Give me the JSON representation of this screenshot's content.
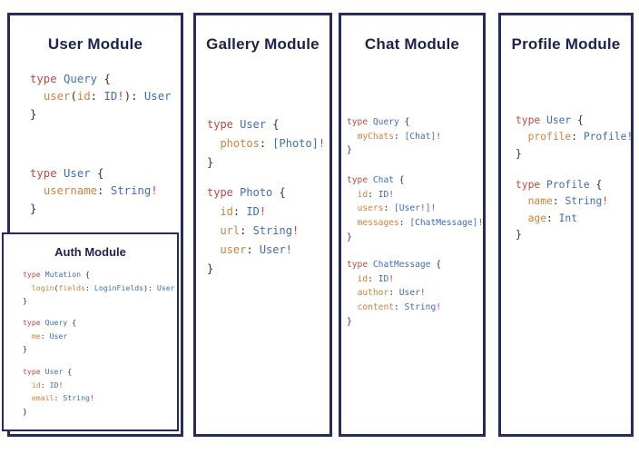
{
  "colors": {
    "panel_border": "#262b5e",
    "title_text": "#1d2150",
    "keyword_red": "#bc4a45",
    "type_blue": "#3e6eb5",
    "field_orange": "#d2823b",
    "punctuation_dark": "#333333",
    "bang_red": "#c2453f",
    "background": "#ffffff"
  },
  "modules": {
    "user": {
      "title": "User Module",
      "blocks": [
        [
          [
            [
              "k",
              "type"
            ],
            [
              "p",
              " "
            ],
            [
              "t",
              "Query"
            ],
            [
              "p",
              " {"
            ]
          ],
          [
            [
              "p",
              "  "
            ],
            [
              "f",
              "user"
            ],
            [
              "p",
              "("
            ],
            [
              "f",
              "id"
            ],
            [
              "p",
              ": "
            ],
            [
              "t",
              "ID"
            ],
            [
              "b",
              "!"
            ],
            [
              "p",
              "): "
            ],
            [
              "t",
              "User"
            ]
          ],
          [
            [
              "p",
              "}"
            ]
          ]
        ],
        [
          [
            [
              "k",
              "type"
            ],
            [
              "p",
              " "
            ],
            [
              "t",
              "User"
            ],
            [
              "p",
              " {"
            ]
          ],
          [
            [
              "p",
              "  "
            ],
            [
              "f",
              "username"
            ],
            [
              "p",
              ": "
            ],
            [
              "t",
              "String"
            ],
            [
              "b",
              "!"
            ]
          ],
          [
            [
              "p",
              "}"
            ]
          ]
        ]
      ]
    },
    "auth": {
      "title": "Auth Module",
      "blocks": [
        [
          [
            [
              "k",
              "type"
            ],
            [
              "p",
              " "
            ],
            [
              "t",
              "Mutation"
            ],
            [
              "p",
              " {"
            ]
          ],
          [
            [
              "p",
              "  "
            ],
            [
              "f",
              "login"
            ],
            [
              "p",
              "("
            ],
            [
              "f",
              "fields"
            ],
            [
              "p",
              ": "
            ],
            [
              "t",
              "LoginFields"
            ],
            [
              "p",
              "): "
            ],
            [
              "t",
              "User"
            ]
          ],
          [
            [
              "p",
              "}"
            ]
          ]
        ],
        [
          [
            [
              "k",
              "type"
            ],
            [
              "p",
              " "
            ],
            [
              "t",
              "Query"
            ],
            [
              "p",
              " {"
            ]
          ],
          [
            [
              "p",
              "  "
            ],
            [
              "f",
              "me"
            ],
            [
              "p",
              ": "
            ],
            [
              "t",
              "User"
            ]
          ],
          [
            [
              "p",
              "}"
            ]
          ]
        ],
        [
          [
            [
              "k",
              "type"
            ],
            [
              "p",
              " "
            ],
            [
              "t",
              "User"
            ],
            [
              "p",
              " {"
            ]
          ],
          [
            [
              "p",
              "  "
            ],
            [
              "f",
              "id"
            ],
            [
              "p",
              ": "
            ],
            [
              "t",
              "ID"
            ],
            [
              "b",
              "!"
            ]
          ],
          [
            [
              "p",
              "  "
            ],
            [
              "f",
              "email"
            ],
            [
              "p",
              ": "
            ],
            [
              "t",
              "String"
            ],
            [
              "b",
              "!"
            ]
          ],
          [
            [
              "p",
              "}"
            ]
          ]
        ]
      ]
    },
    "gallery": {
      "title": "Gallery Module",
      "blocks": [
        [
          [
            [
              "k",
              "type"
            ],
            [
              "p",
              " "
            ],
            [
              "t",
              "User"
            ],
            [
              "p",
              " {"
            ]
          ],
          [
            [
              "p",
              "  "
            ],
            [
              "f",
              "photos"
            ],
            [
              "p",
              ": "
            ],
            [
              "t",
              "[Photo]"
            ],
            [
              "b",
              "!"
            ]
          ],
          [
            [
              "p",
              "}"
            ]
          ]
        ],
        [
          [
            [
              "k",
              "type"
            ],
            [
              "p",
              " "
            ],
            [
              "t",
              "Photo"
            ],
            [
              "p",
              " {"
            ]
          ],
          [
            [
              "p",
              "  "
            ],
            [
              "f",
              "id"
            ],
            [
              "p",
              ": "
            ],
            [
              "t",
              "ID"
            ],
            [
              "b",
              "!"
            ]
          ],
          [
            [
              "p",
              "  "
            ],
            [
              "f",
              "url"
            ],
            [
              "p",
              ": "
            ],
            [
              "t",
              "String"
            ],
            [
              "b",
              "!"
            ]
          ],
          [
            [
              "p",
              "  "
            ],
            [
              "f",
              "user"
            ],
            [
              "p",
              ": "
            ],
            [
              "t",
              "User"
            ],
            [
              "b",
              "!"
            ]
          ],
          [
            [
              "p",
              "}"
            ]
          ]
        ]
      ]
    },
    "chat": {
      "title": "Chat Module",
      "blocks": [
        [
          [
            [
              "k",
              "type"
            ],
            [
              "p",
              " "
            ],
            [
              "t",
              "Query"
            ],
            [
              "p",
              " {"
            ]
          ],
          [
            [
              "p",
              "  "
            ],
            [
              "f",
              "myChats"
            ],
            [
              "p",
              ": "
            ],
            [
              "t",
              "[Chat]"
            ],
            [
              "b",
              "!"
            ]
          ],
          [
            [
              "p",
              "}"
            ]
          ]
        ],
        [
          [
            [
              "k",
              "type"
            ],
            [
              "p",
              " "
            ],
            [
              "t",
              "Chat"
            ],
            [
              "p",
              " {"
            ]
          ],
          [
            [
              "p",
              "  "
            ],
            [
              "f",
              "id"
            ],
            [
              "p",
              ": "
            ],
            [
              "t",
              "ID"
            ],
            [
              "b",
              "!"
            ]
          ],
          [
            [
              "p",
              "  "
            ],
            [
              "f",
              "users"
            ],
            [
              "p",
              ": "
            ],
            [
              "t",
              "[User"
            ],
            [
              "b",
              "!"
            ],
            [
              "t",
              "]"
            ],
            [
              "b",
              "!"
            ]
          ],
          [
            [
              "p",
              "  "
            ],
            [
              "f",
              "messages"
            ],
            [
              "p",
              ": "
            ],
            [
              "t",
              "[ChatMessage]"
            ],
            [
              "b",
              "!"
            ]
          ],
          [
            [
              "p",
              "}"
            ]
          ]
        ],
        [
          [
            [
              "k",
              "type"
            ],
            [
              "p",
              " "
            ],
            [
              "t",
              "ChatMessage"
            ],
            [
              "p",
              " {"
            ]
          ],
          [
            [
              "p",
              "  "
            ],
            [
              "f",
              "id"
            ],
            [
              "p",
              ": "
            ],
            [
              "t",
              "ID"
            ],
            [
              "b",
              "!"
            ]
          ],
          [
            [
              "p",
              "  "
            ],
            [
              "f",
              "author"
            ],
            [
              "p",
              ": "
            ],
            [
              "t",
              "User"
            ],
            [
              "b",
              "!"
            ]
          ],
          [
            [
              "p",
              "  "
            ],
            [
              "f",
              "content"
            ],
            [
              "p",
              ": "
            ],
            [
              "t",
              "String"
            ],
            [
              "b",
              "!"
            ]
          ],
          [
            [
              "p",
              "}"
            ]
          ]
        ]
      ]
    },
    "profile": {
      "title": "Profile Module",
      "blocks": [
        [
          [
            [
              "k",
              "type"
            ],
            [
              "p",
              " "
            ],
            [
              "t",
              "User"
            ],
            [
              "p",
              " {"
            ]
          ],
          [
            [
              "p",
              "  "
            ],
            [
              "f",
              "profile"
            ],
            [
              "p",
              ": "
            ],
            [
              "t",
              "Profile"
            ],
            [
              "b",
              "!"
            ]
          ],
          [
            [
              "p",
              "}"
            ]
          ]
        ],
        [
          [
            [
              "k",
              "type"
            ],
            [
              "p",
              " "
            ],
            [
              "t",
              "Profile"
            ],
            [
              "p",
              " {"
            ]
          ],
          [
            [
              "p",
              "  "
            ],
            [
              "f",
              "name"
            ],
            [
              "p",
              ": "
            ],
            [
              "t",
              "String"
            ],
            [
              "b",
              "!"
            ]
          ],
          [
            [
              "p",
              "  "
            ],
            [
              "f",
              "age"
            ],
            [
              "p",
              ": "
            ],
            [
              "t",
              "Int"
            ]
          ],
          [
            [
              "p",
              "}"
            ]
          ]
        ]
      ]
    }
  }
}
